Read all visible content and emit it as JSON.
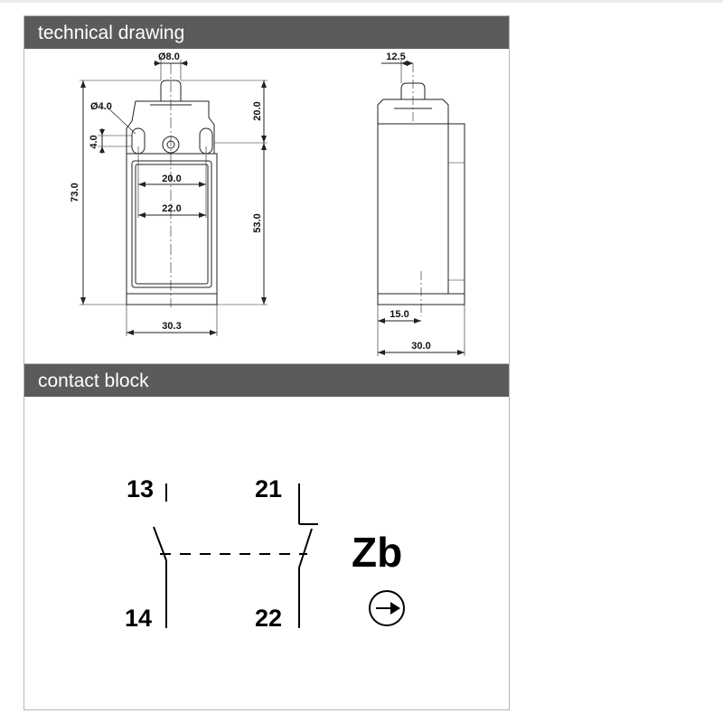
{
  "sections": {
    "technical_drawing": "technical drawing",
    "contact_block": "contact block"
  },
  "front_view": {
    "plunger_diameter": "Ø8.0",
    "hole_diameter": "Ø4.0",
    "hole_spacing_vertical": "4.0",
    "total_height": "73.0",
    "plunger_height": "20.0",
    "body_height": "53.0",
    "inner_width": "20.0",
    "hole_pitch": "22.0",
    "body_width": "30.3"
  },
  "side_view": {
    "plunger_offset": "12.5",
    "mount_offset": "15.0",
    "depth": "30.0"
  },
  "contact_block": {
    "terminal_13": "13",
    "terminal_14": "14",
    "terminal_21": "21",
    "terminal_22": "22",
    "code": "Zb",
    "symbol": "positive-opening-arrow-icon"
  }
}
